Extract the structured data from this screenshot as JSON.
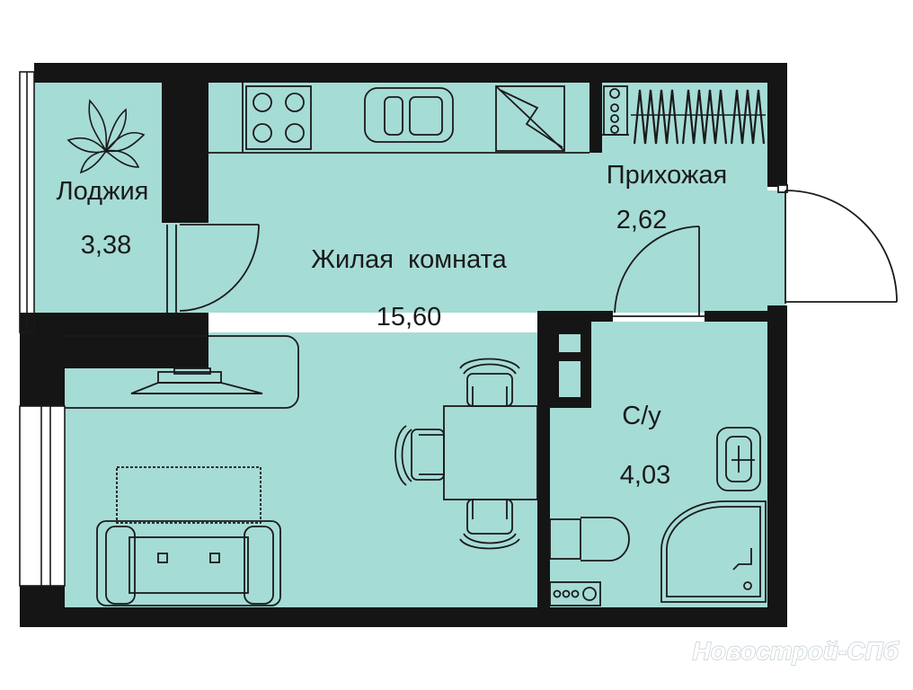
{
  "colors": {
    "floor": "#a6dcd6",
    "wall": "#151515",
    "line": "#1a1a1a",
    "background": "#ffffff"
  },
  "rooms": [
    {
      "id": "loggia",
      "name": "Лоджия",
      "area": "3,38"
    },
    {
      "id": "living",
      "name": "Жилая  комната",
      "area": "15,60"
    },
    {
      "id": "hallway",
      "name": "Прихожая",
      "area": "2,62"
    },
    {
      "id": "bathroom",
      "name": "С/у",
      "area": "4,03"
    }
  ],
  "watermark": "Новострой-СПб",
  "icons": [
    "stove-icon",
    "sink-icon",
    "dishwasher-icon",
    "washing-machine-icon",
    "wardrobe-icon",
    "plant-icon",
    "tv-icon",
    "dining-table-icon",
    "chair-icon",
    "sofa-icon",
    "toilet-icon",
    "washbasin-icon",
    "shower-icon",
    "door-icon"
  ]
}
